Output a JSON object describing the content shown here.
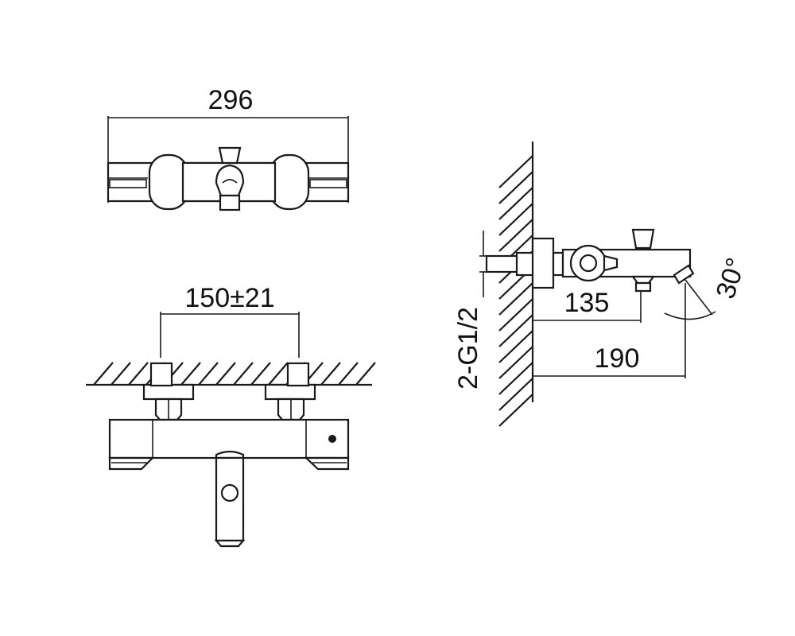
{
  "dimensions": {
    "top_width": "296",
    "inlet_spacing": "150±21",
    "wall_to_handle": "135",
    "wall_to_spout": "190",
    "spout_angle": "30°",
    "connection_thread": "2-G1/2"
  },
  "colors": {
    "line": "#1a1a1a",
    "background": "#ffffff"
  }
}
